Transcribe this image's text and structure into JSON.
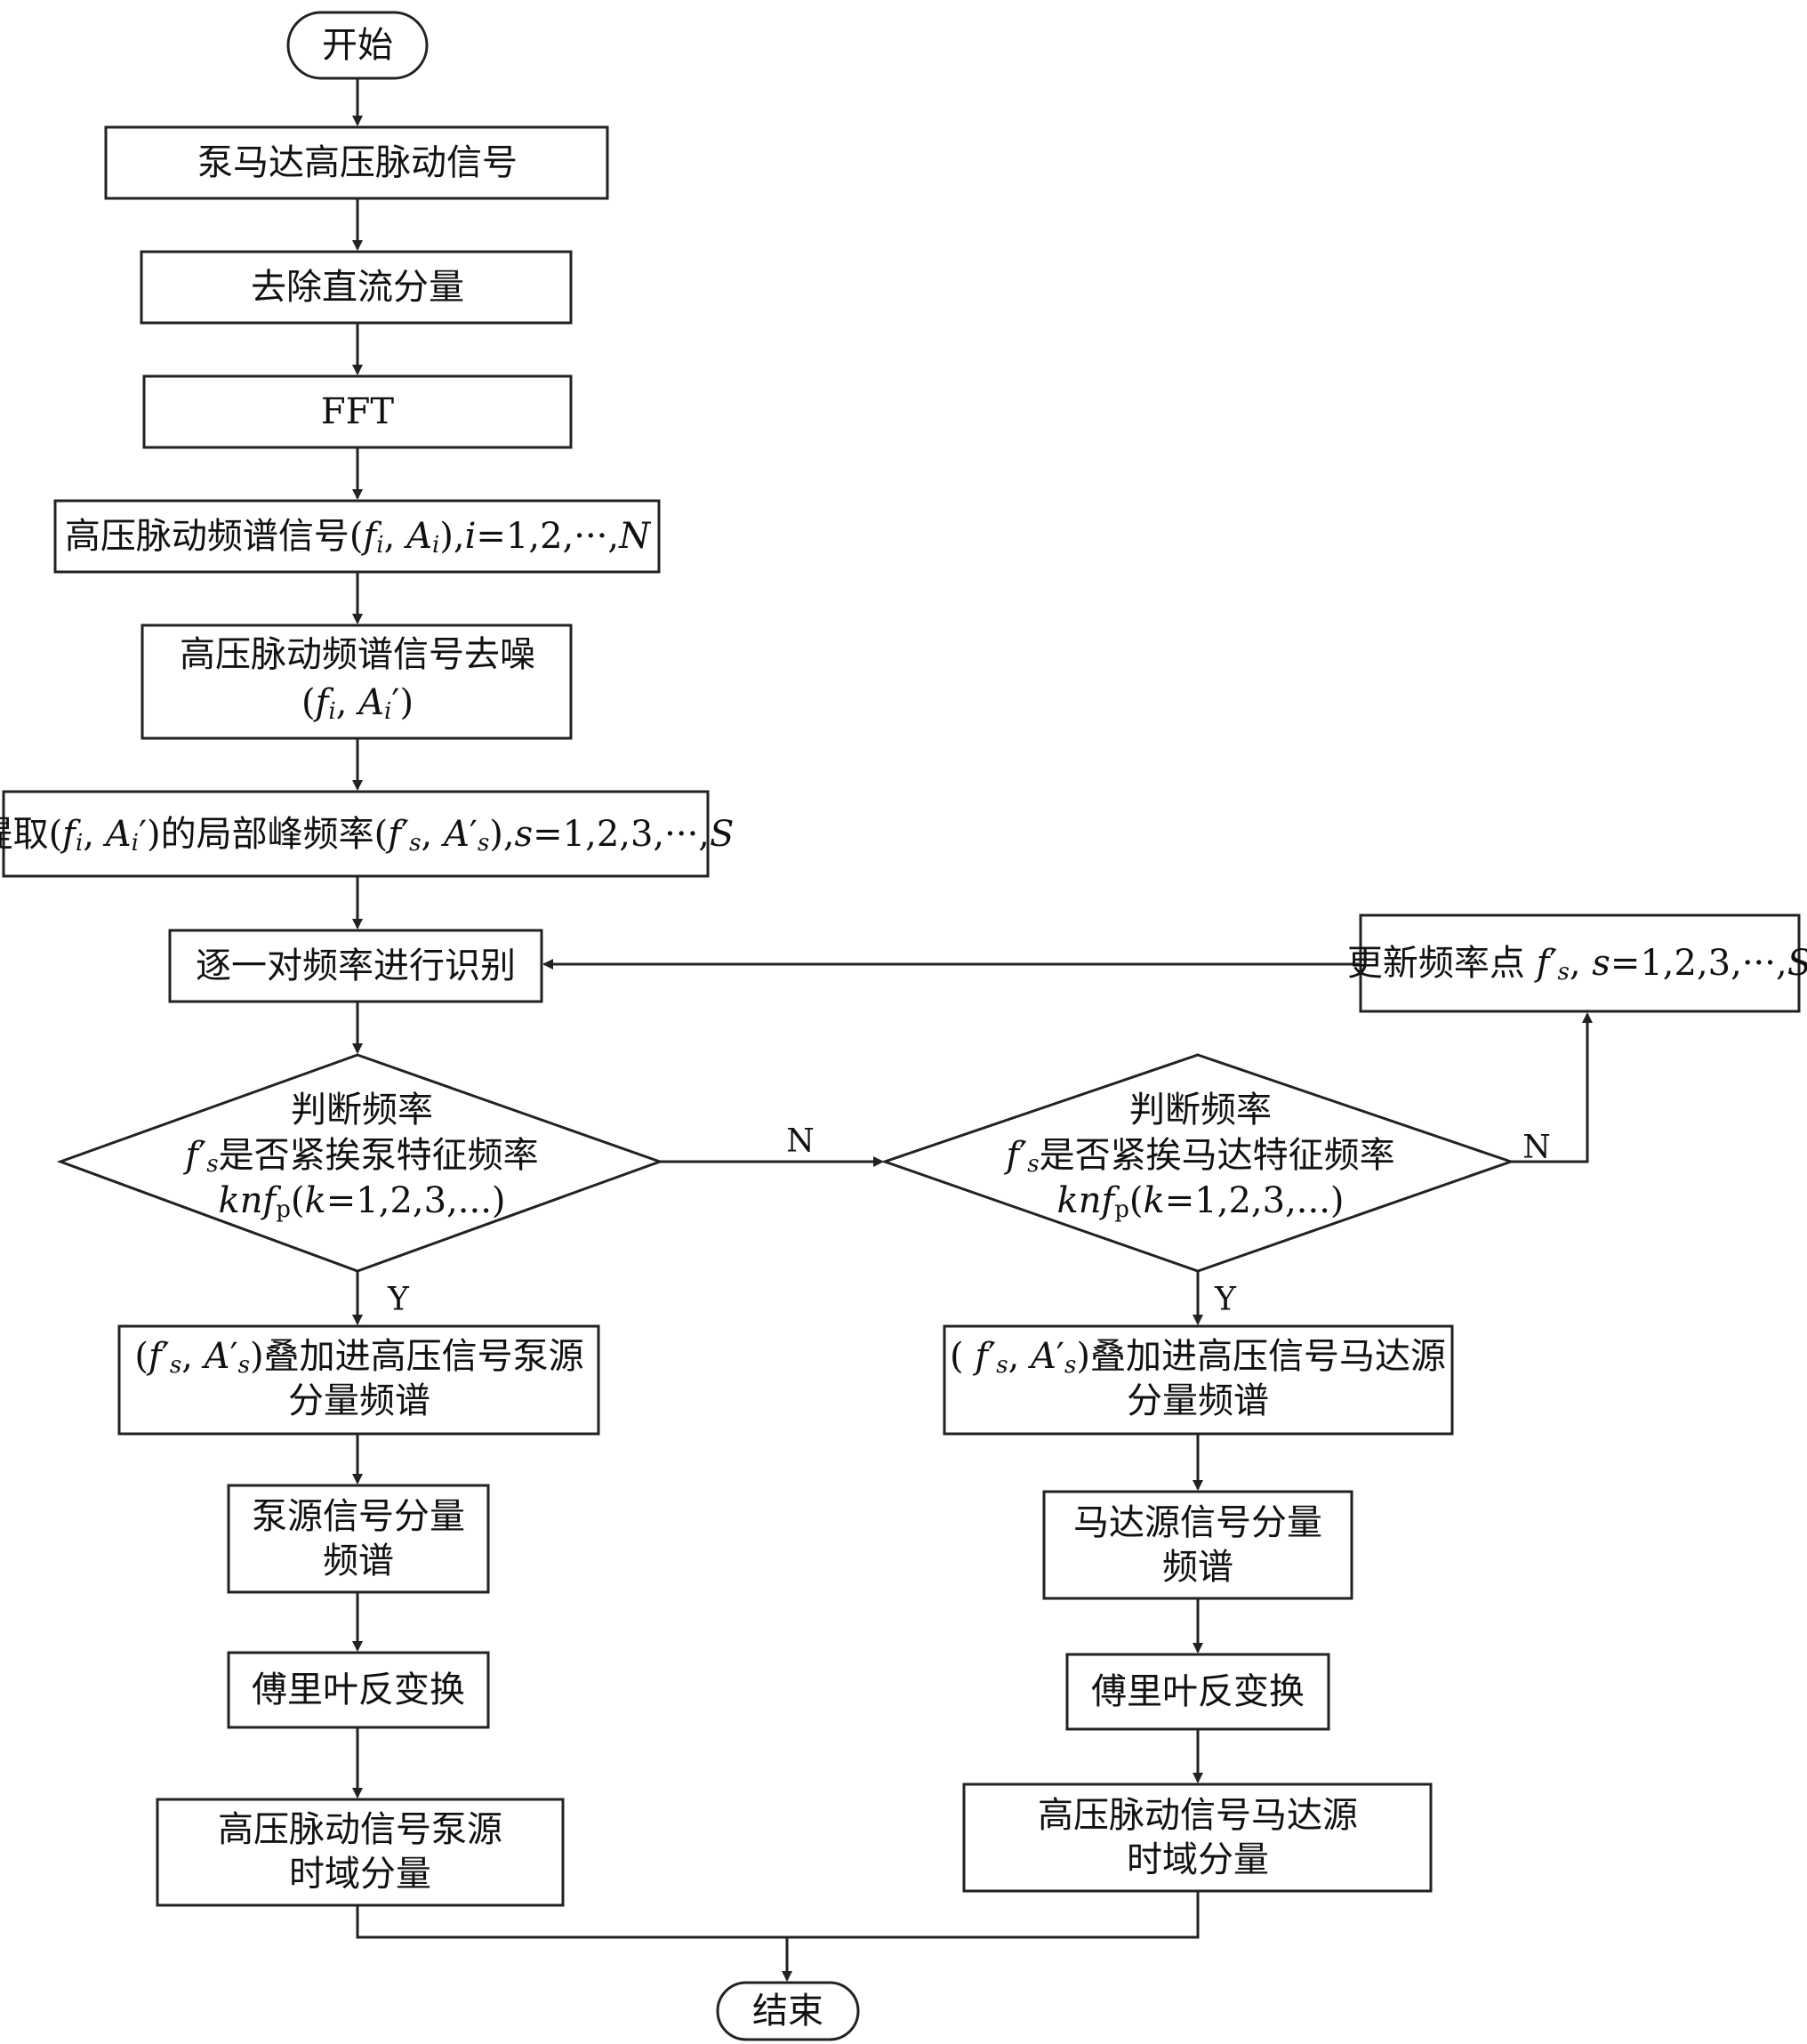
{
  "diagram": {
    "nodes": {
      "start": "开始",
      "pump_motor_signal": "泵马达高压脉动信号",
      "remove_dc": "去除直流分量",
      "fft": "FFT",
      "spectrum": {
        "text": "高压脉动频谱信号(",
        "f": "f",
        "i1": "i",
        "comma1": ", ",
        "A": "A",
        "i2": "i",
        "close": "),",
        "i3": "i",
        "eq": "=1,2,···,",
        "N": "N"
      },
      "denoise": {
        "line1": "高压脉动频谱信号去噪",
        "open": "(",
        "f": "f",
        "i1": "i",
        "comma": ", ",
        "A": "A",
        "i2": "i",
        "close": "′)"
      },
      "extract": {
        "lead": "提取(",
        "f": "f",
        "i1": "i",
        "comma1": ", ",
        "A": "A",
        "i2": "i",
        "mid": "′)的局部峰频率(",
        "f2": "f",
        "prime1": "′",
        "s1": "s",
        "comma2": ", ",
        "A2": "A",
        "prime2": "′",
        "s2": "s",
        "close": "),",
        "s3": "s",
        "eq": "=1,2,3,···,",
        "S": "S"
      },
      "identify": "逐一对频率进行识别",
      "update": {
        "text": "更新频率点 ",
        "f": "f",
        "prime": "′",
        "s1": "s",
        "comma": ", ",
        "s2": "s",
        "eq": "=1,2,3,···,",
        "S": "S"
      },
      "decision_pump": {
        "line1": "判断频率",
        "f": "f",
        "prime": "′",
        "s": "s",
        "line2": "是否紧挨泵特征频率",
        "k": "k",
        "n": "n",
        "f2": "f",
        "p": "p",
        "open": "(",
        "k2": "k",
        "range": "=1,2,3,...)"
      },
      "decision_motor": {
        "line1": "判断频率",
        "f": "f",
        "prime": "′",
        "s": "s",
        "line2": "是否紧挨马达特征频率",
        "k": "k",
        "n": "n",
        "f2": "f",
        "p": "p",
        "open": "(",
        "k2": "k",
        "range": "=1,2,3,...)"
      },
      "pump_add": {
        "open": "(",
        "f": "f",
        "prime1": "′",
        "s1": "s",
        "comma": ", ",
        "A": "A",
        "prime2": "′",
        "s2": "s",
        "text": ")叠加进高压信号泵源",
        "line2": "分量频谱"
      },
      "motor_add": {
        "open": "( ",
        "f": "f",
        "prime1": "′",
        "s1": "s",
        "comma": ", ",
        "A": "A",
        "prime2": "′",
        "s2": "s",
        "text": ")叠加进高压信号马达源",
        "line2": "分量频谱"
      },
      "pump_spectrum": {
        "line1": "泵源信号分量",
        "line2": "频谱"
      },
      "motor_spectrum": {
        "line1": "马达源信号分量",
        "line2": "频谱"
      },
      "pump_ifft": "傅里叶反变换",
      "motor_ifft": "傅里叶反变换",
      "pump_time": {
        "line1": "高压脉动信号泵源",
        "line2": "时域分量"
      },
      "motor_time": {
        "line1": "高压脉动信号马达源",
        "line2": "时域分量"
      },
      "end": "结束"
    },
    "edge_labels": {
      "no_to_motor": "N",
      "no_to_update": "N",
      "yes_pump": "Y",
      "yes_motor": "Y"
    }
  }
}
